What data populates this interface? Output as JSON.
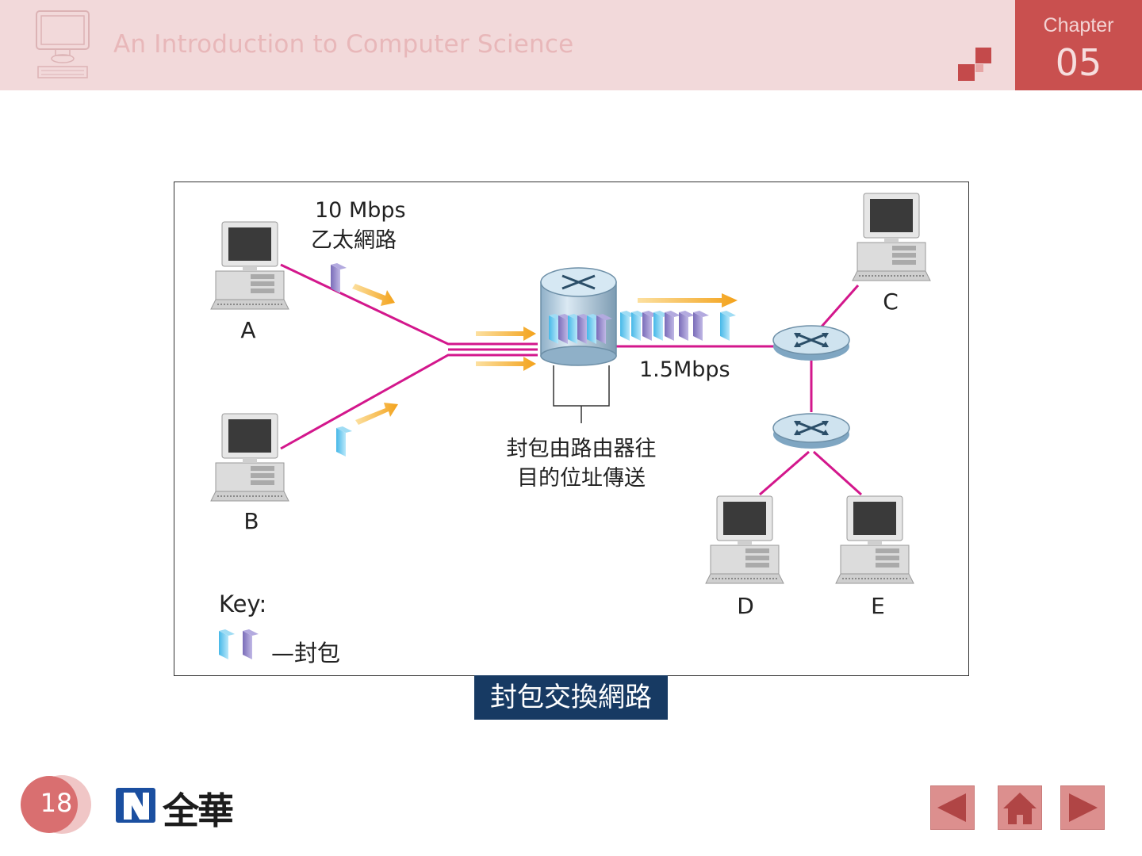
{
  "header": {
    "title": "An Introduction to Computer Science",
    "chapter_label": "Chapter",
    "chapter_number": "05",
    "icon": "computer-icon",
    "colors": {
      "header_bg": "#f2d9da",
      "chapter_bg": "#c9504f"
    }
  },
  "diagram": {
    "ethernet_speed": "10 Mbps",
    "ethernet_label": "乙太網路",
    "link_speed": "1.5Mbps",
    "router_note_line1": "封包由路由器往",
    "router_note_line2": "目的位址傳送",
    "key_label": "Key:",
    "key_desc": "—封包",
    "nodes": [
      "A",
      "B",
      "C",
      "D",
      "E"
    ]
  },
  "caption": "封包交換網路",
  "footer": {
    "page_number": "18",
    "publisher": "全華",
    "nav": [
      "prev-icon",
      "home-icon",
      "next-icon"
    ]
  }
}
